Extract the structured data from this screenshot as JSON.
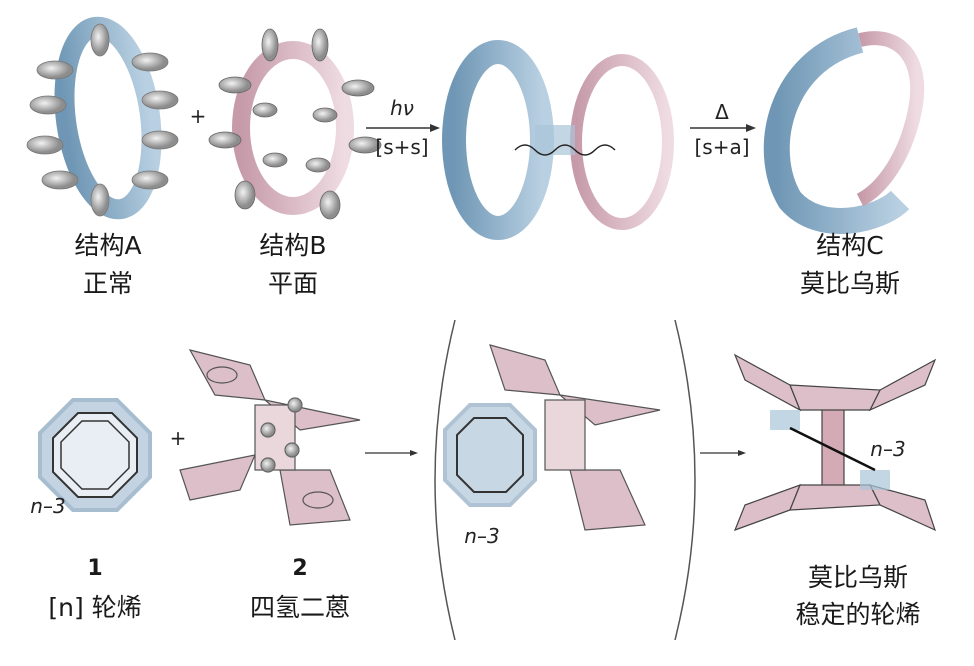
{
  "top": {
    "structure_a": {
      "name": "结构A",
      "type": "正常"
    },
    "structure_b": {
      "name": "结构B",
      "type": "平面"
    },
    "structure_c": {
      "name": "结构C",
      "type": "莫比乌斯"
    },
    "plus": "+",
    "arrow1": {
      "above": "hν",
      "below": "[s+s]"
    },
    "arrow2": {
      "above": "Δ",
      "below": "[s+a]"
    }
  },
  "bottom": {
    "compound1": {
      "number": "1",
      "name": "[n] 轮烯",
      "chain": "n–3"
    },
    "compound2": {
      "number": "2",
      "name": "四氢二蒽"
    },
    "plus": "+",
    "intermediate": {
      "chain": "n–3"
    },
    "product": {
      "line1": "莫比乌斯",
      "line2": "稳定的轮烯",
      "chain": "n–3"
    }
  },
  "colors": {
    "blue": "#8fb0c8",
    "pink": "#d9b9c3",
    "lobe": "#b5b5b5"
  }
}
